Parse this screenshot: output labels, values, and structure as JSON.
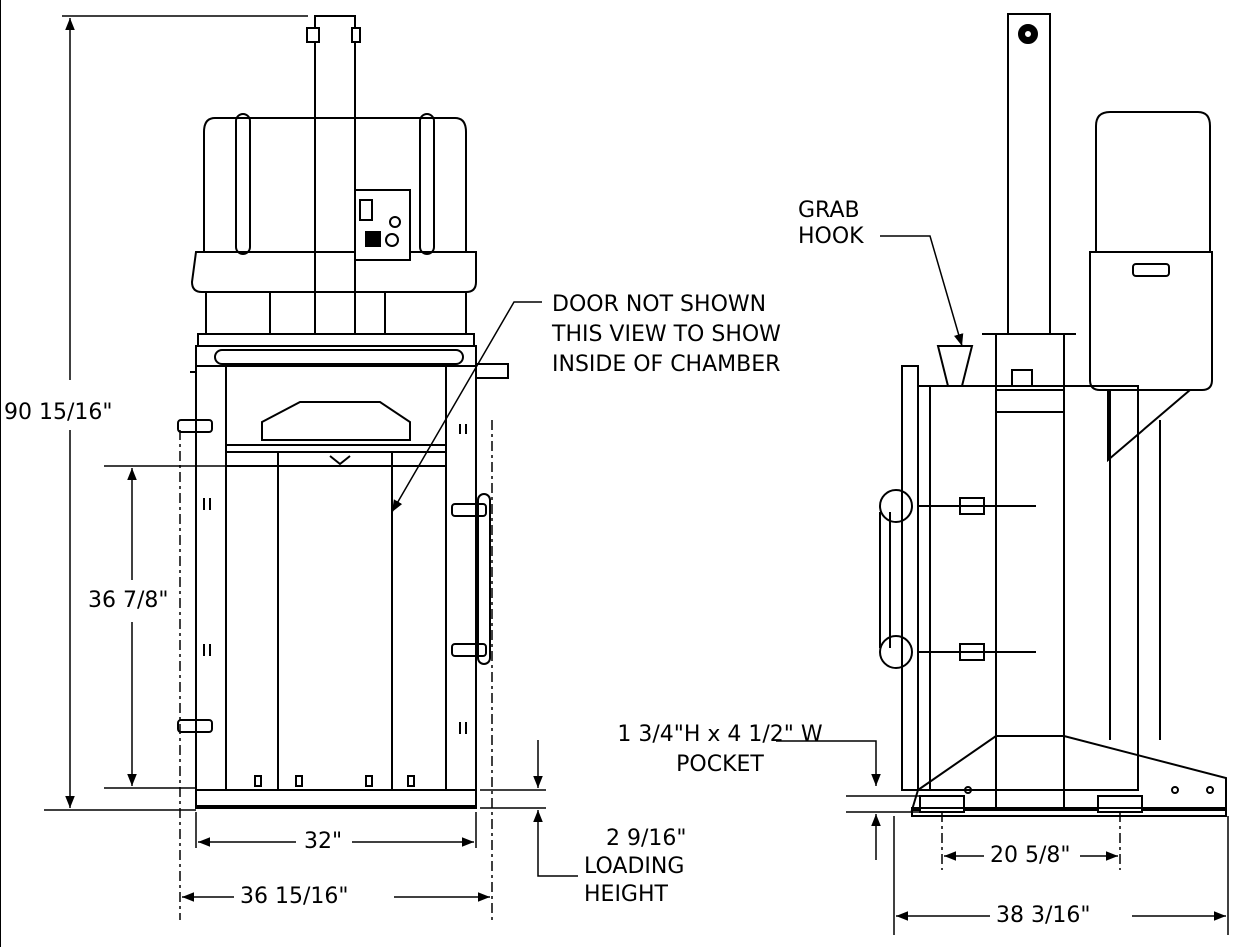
{
  "front_view": {
    "overall_height": "90 15/16\"",
    "chamber_height": "36 7/8\"",
    "door_note": [
      "DOOR NOT SHOWN",
      "THIS VIEW TO SHOW",
      "INSIDE OF CHAMBER"
    ],
    "inside_width": "32\"",
    "overall_width": "36 15/16\"",
    "loading_height": [
      "2 9/16\"",
      "LOADING",
      "HEIGHT"
    ]
  },
  "side_view": {
    "grab_hook": [
      "GRAB",
      "HOOK"
    ],
    "pocket_note": [
      "1 3/4\"H x 4 1/2\" W",
      "POCKET"
    ],
    "pocket_spacing": "20 5/8\"",
    "overall_depth": "38 3/16\""
  }
}
